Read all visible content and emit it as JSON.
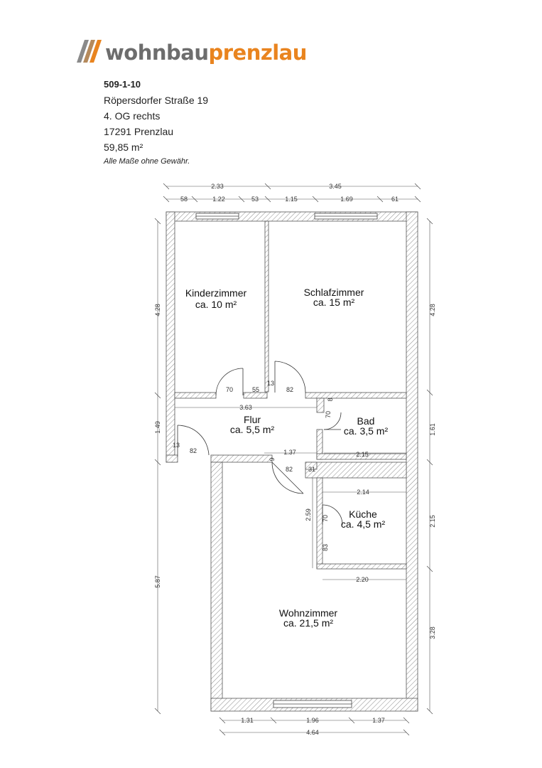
{
  "brand": {
    "part1": "wohnbau",
    "part2": "prenzlau",
    "color_gray": "#6d6d6d",
    "color_orange": "#e9841f"
  },
  "info": {
    "id": "509-1-10",
    "street": "Röpersdorfer Straße 19",
    "floor": "4. OG rechts",
    "city": "17291 Prenzlau",
    "area": "59,85 m²",
    "note": "Alle Maße ohne Gewähr."
  },
  "rooms": {
    "kinder": {
      "name": "Kinderzimmer",
      "area": "ca. 10 m²"
    },
    "schlaf": {
      "name": "Schlafzimmer",
      "area": "ca. 15 m²"
    },
    "flur": {
      "name": "Flur",
      "area": "ca. 5,5 m²"
    },
    "bad": {
      "name": "Bad",
      "area": "ca. 3,5 m²"
    },
    "kueche": {
      "name": "Küche",
      "area": "ca. 4,5 m²"
    },
    "wohn": {
      "name": "Wohnzimmer",
      "area": "ca. 21,5 m²"
    }
  },
  "dims": {
    "top_left": "2.33",
    "top_right": "3.45",
    "t58": "58",
    "t122": "1.22",
    "t53": "53",
    "t115": "1.15",
    "t169": "1.69",
    "t61": "61",
    "left_428": "4.28",
    "left_149": "1.49",
    "left_587": "5.87",
    "right_428": "4.28",
    "right_161": "1.61",
    "right_215": "2.15",
    "right_328": "3.28",
    "d70a": "70",
    "d55": "55",
    "d13a": "13",
    "d82a": "82",
    "d363": "3.63",
    "d8": "8",
    "d70b": "70",
    "d13b": "13",
    "d82b": "82",
    "d137": "1.37",
    "d215b": "2.15",
    "d9": "9",
    "d82c": "82",
    "d31": "31",
    "d214": "2.14",
    "d259": "2.59",
    "d70c": "70",
    "d83": "83",
    "d220": "2.20",
    "b131": "1.31",
    "b196": "1.96",
    "b137": "1.37",
    "b464": "4.64"
  }
}
